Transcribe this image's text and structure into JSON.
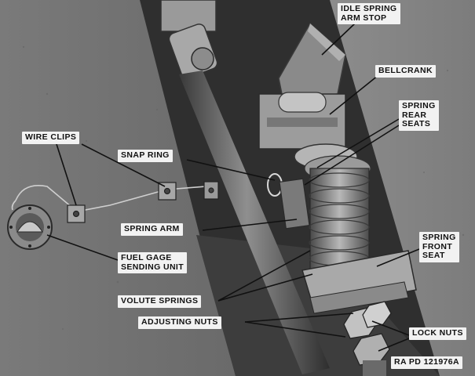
{
  "figure": {
    "reference_id": "RA PD 121976A",
    "labels": {
      "idle_spring_arm_stop": "IDLE SPRING\nARM STOP",
      "bellcrank": "BELLCRANK",
      "spring_rear_seats": "SPRING\nREAR\nSEATS",
      "wire_clips": "WIRE CLIPS",
      "snap_ring": "SNAP RING",
      "spring_arm": "SPRING ARM",
      "spring_front_seat": "SPRING\nFRONT\nSEAT",
      "fuel_gage_sending_unit": "FUEL GAGE\nSENDING UNIT",
      "volute_springs": "VOLUTE SPRINGS",
      "adjusting_nuts": "ADJUSTING NUTS",
      "lock_nuts": "LOCK NUTS"
    }
  }
}
